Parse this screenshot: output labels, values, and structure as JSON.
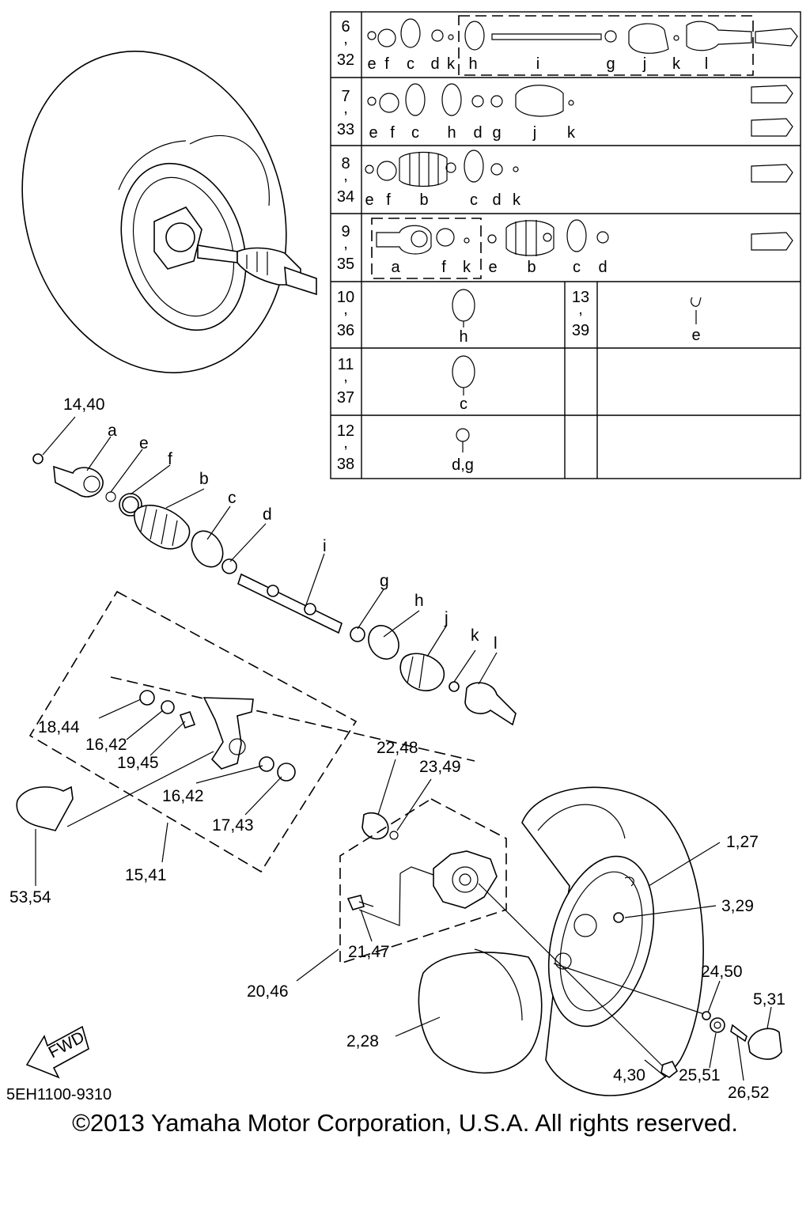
{
  "diagram_code": "5EH1100-9310",
  "copyright": "©2013 Yamaha Motor Corporation, U.S.A. All rights reserved.",
  "fwd_label": "FWD",
  "table": {
    "rows": [
      {
        "left_top": "6",
        "left_sep": ",",
        "left_bot": "32",
        "letters": [
          "e",
          "f",
          "c",
          "d",
          "k",
          "h",
          "i",
          "g",
          "j",
          "k",
          "l"
        ]
      },
      {
        "left_top": "7",
        "left_sep": ",",
        "left_bot": "33",
        "letters": [
          "e",
          "f",
          "c",
          "h",
          "d",
          "g",
          "j",
          "k"
        ]
      },
      {
        "left_top": "8",
        "left_sep": ",",
        "left_bot": "34",
        "letters": [
          "e",
          "f",
          "b",
          "c",
          "d",
          "k"
        ]
      },
      {
        "left_top": "9",
        "left_sep": ",",
        "left_bot": "35",
        "letters": [
          "a",
          "f",
          "k",
          "e",
          "b",
          "c",
          "d"
        ]
      },
      {
        "left_top": "10",
        "left_sep": ",",
        "left_bot": "36",
        "letters": [
          "h"
        ],
        "right_top": "13",
        "right_sep": ",",
        "right_bot": "39",
        "right_letters": [
          "e"
        ]
      },
      {
        "left_top": "11",
        "left_sep": ",",
        "left_bot": "37",
        "letters": [
          "c"
        ]
      },
      {
        "left_top": "12",
        "left_sep": ",",
        "left_bot": "38",
        "letters": [
          "d,g"
        ]
      }
    ]
  },
  "callouts": {
    "c14_40": "14,40",
    "a": "a",
    "e": "e",
    "f": "f",
    "b": "b",
    "c": "c",
    "d": "d",
    "i": "i",
    "g": "g",
    "h": "h",
    "j": "j",
    "k": "k",
    "l": "l",
    "c18_44": "18,44",
    "c16_42a": "16,42",
    "c19_45": "19,45",
    "c16_42b": "16,42",
    "c17_43": "17,43",
    "c15_41": "15,41",
    "c53_54": "53,54",
    "c22_48": "22,48",
    "c23_49": "23,49",
    "c21_47": "21,47",
    "c20_46": "20,46",
    "c1_27": "1,27",
    "c3_29": "3,29",
    "c2_28": "2,28",
    "c24_50": "24,50",
    "c5_31": "5,31",
    "c4_30": "4,30",
    "c25_51": "25,51",
    "c26_52": "26,52"
  }
}
